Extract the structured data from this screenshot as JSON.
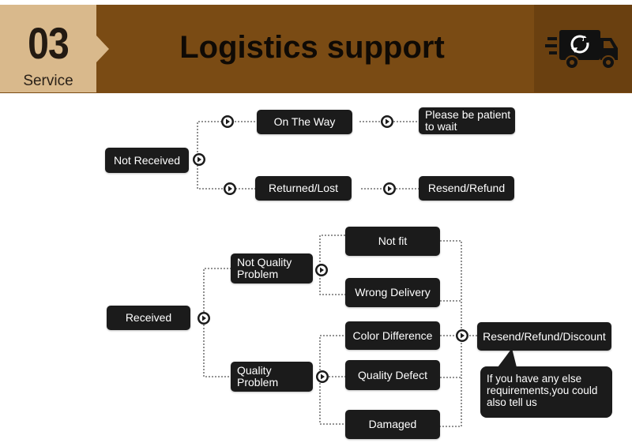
{
  "header": {
    "number": "03",
    "subtitle": "Service",
    "title": "Logistics support",
    "icon": "delivery-truck-icon"
  },
  "flow": {
    "not_received": "Not Received",
    "on_the_way": "On The Way",
    "please_wait": "Please be patient to wait",
    "returned_lost": "Returned/Lost",
    "resend_refund": "Resend/Refund",
    "received": "Received",
    "not_quality_problem": "Not Quality Problem",
    "not_fit": "Not fit",
    "wrong_delivery": "Wrong Delivery",
    "quality_problem": "Quality Problem",
    "color_difference": "Color Difference",
    "quality_defect": "Quality Defect",
    "damaged": "Damaged",
    "resend_refund_discount": "Resend/Refund/Discount",
    "note": "If you have any else requirements,you could also tell us"
  },
  "colors": {
    "banner": "#7a4b14",
    "badge": "#d9b98c",
    "box": "#1b1b1b"
  }
}
